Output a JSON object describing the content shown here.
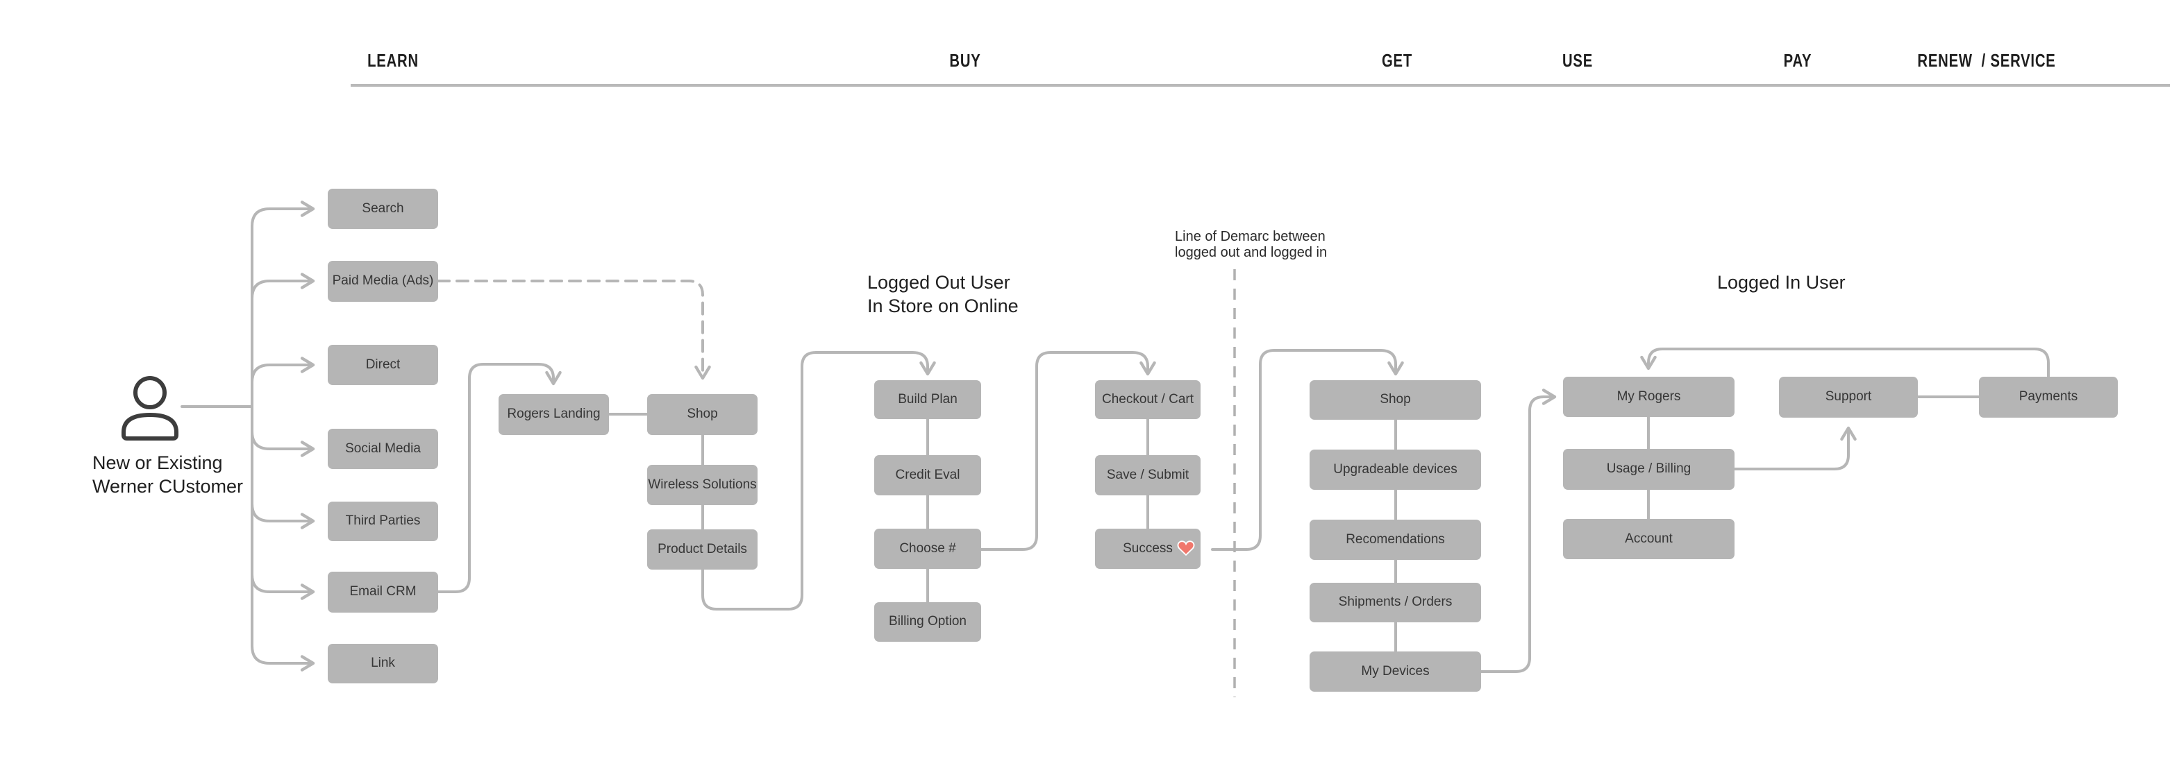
{
  "phases": {
    "learn": "LEARN",
    "buy": "BUY",
    "get": "GET",
    "use": "USE",
    "pay": "PAY",
    "renew": "RENEW  / SERVICE"
  },
  "actor": {
    "line1": "New or Existing",
    "line2": "Werner CUstomer"
  },
  "sections": {
    "logged_out_line1": "Logged Out User",
    "logged_out_line2": "In Store on Online",
    "logged_in": "Logged In User",
    "demarc_line1": "Line of Demarc between",
    "demarc_line2": "logged out and logged in"
  },
  "nodes": {
    "search": "Search",
    "paid_media": "Paid Media (Ads)",
    "direct": "Direct",
    "social_media": "Social Media",
    "third_parties": "Third Parties",
    "email_crm": "Email CRM",
    "link": "Link",
    "rogers_landing": "Rogers Landing",
    "shop": "Shop",
    "wireless_solutions": "Wireless Solutions",
    "product_details": "Product Details",
    "build_plan": "Build Plan",
    "credit_eval": "Credit Eval",
    "choose_number": "Choose #",
    "billing_option": "Billing Option",
    "checkout_cart": "Checkout / Cart",
    "save_submit": "Save / Submit",
    "success": "Success",
    "shop_logged_in": "Shop",
    "upgradeable_devices": "Upgradeable devices",
    "recommendations": "Recomendations",
    "shipments_orders": "Shipments / Orders",
    "my_devices": "My Devices",
    "my_rogers": "My Rogers",
    "usage_billing": "Usage / Billing",
    "account": "Account",
    "support": "Support",
    "payments": "Payments"
  },
  "icons": {
    "heart": "heart-icon",
    "person": "person-icon"
  },
  "colors": {
    "node_fill": "#b5b5b5",
    "node_text": "#363636",
    "connector": "#b6b6b6",
    "demarc_line": "#b0b0b0",
    "header_rule": "#b9b9b9",
    "header_text": "#1e1e1e",
    "heart_fill": "#f0776c",
    "person_stroke": "#3d3d3d",
    "background": "#ffffff"
  }
}
